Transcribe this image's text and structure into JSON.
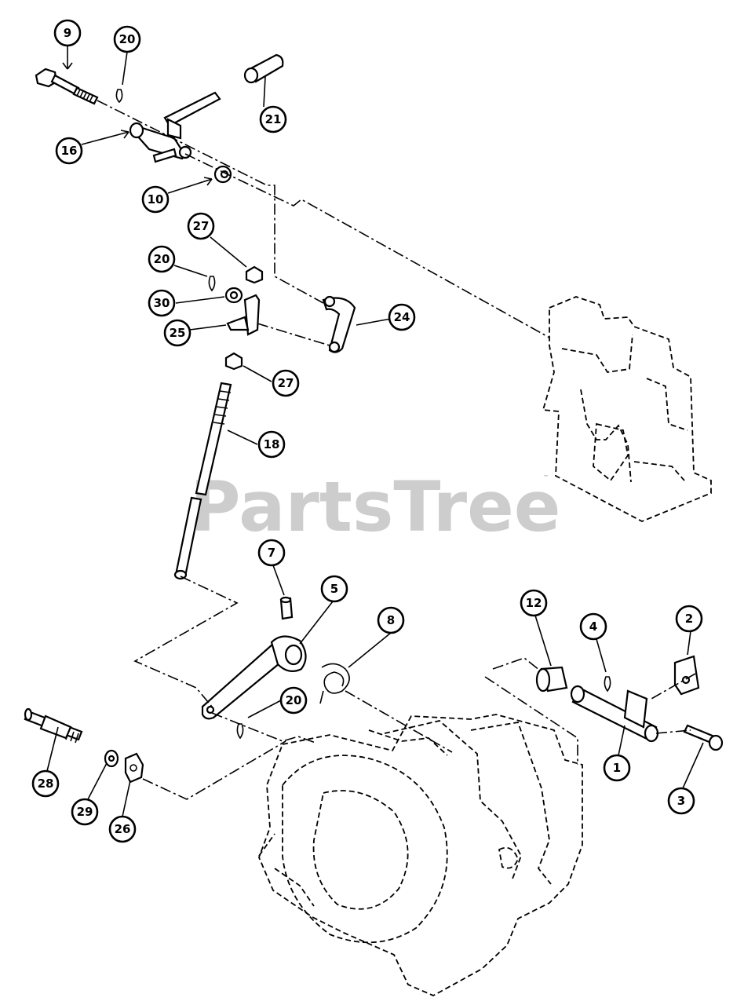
{
  "watermark": {
    "text": "PartsTree",
    "trademark": "™"
  },
  "callouts": [
    {
      "id": "c9",
      "label": "9"
    },
    {
      "id": "c20a",
      "label": "20"
    },
    {
      "id": "c21",
      "label": "21"
    },
    {
      "id": "c16",
      "label": "16"
    },
    {
      "id": "c10",
      "label": "10"
    },
    {
      "id": "c27a",
      "label": "27"
    },
    {
      "id": "c20b",
      "label": "20"
    },
    {
      "id": "c30",
      "label": "30"
    },
    {
      "id": "c25",
      "label": "25"
    },
    {
      "id": "c24",
      "label": "24"
    },
    {
      "id": "c27b",
      "label": "27"
    },
    {
      "id": "c18",
      "label": "18"
    },
    {
      "id": "c7",
      "label": "7"
    },
    {
      "id": "c5",
      "label": "5"
    },
    {
      "id": "c8",
      "label": "8"
    },
    {
      "id": "c12",
      "label": "12"
    },
    {
      "id": "c4",
      "label": "4"
    },
    {
      "id": "c2",
      "label": "2"
    },
    {
      "id": "c20c",
      "label": "20"
    },
    {
      "id": "c1",
      "label": "1"
    },
    {
      "id": "c3",
      "label": "3"
    },
    {
      "id": "c28",
      "label": "28"
    },
    {
      "id": "c29",
      "label": "29"
    },
    {
      "id": "c26",
      "label": "26"
    }
  ]
}
